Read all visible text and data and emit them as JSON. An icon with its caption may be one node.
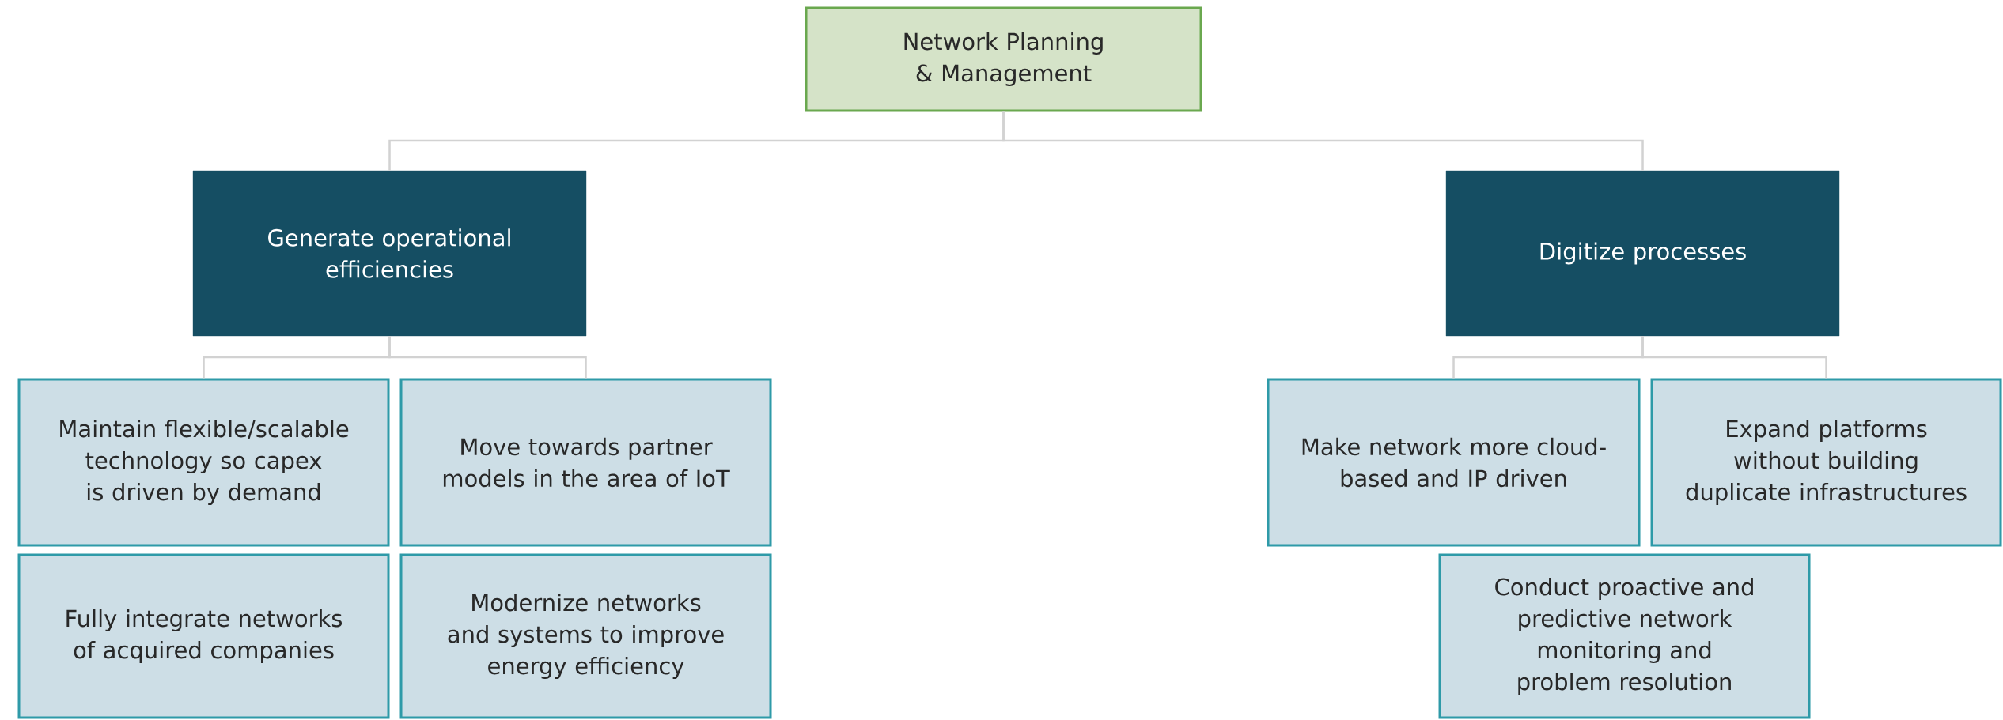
{
  "diagram": {
    "nodes": [
      {
        "text": [
          "Network Planning & Management"
        ]
      },
      {
        "text": [
          "Generate operational efficiencies"
        ]
      },
      {
        "text": [
          "Digitize processes"
        ]
      },
      {
        "text": [
          "Maintain flexible/scalable technology so capex is driven by demand"
        ]
      },
      {
        "text": [
          "Move towards partner models in the area of IoT"
        ]
      },
      {
        "text": [
          "Fully integrate networks of acquired companies"
        ]
      },
      {
        "text": [
          "Modernize networks and systems to improve energy efficiency"
        ]
      },
      {
        "text": [
          "Make network more cloud-based and IP driven"
        ]
      },
      {
        "text": [
          "Expand platforms without building duplicate infrastructures"
        ]
      },
      {
        "text": [
          "Conduct proactive and predictive network monitoring and problem resolution"
        ]
      }
    ],
    "edges": [
      {
        "from": 0,
        "to": 1,
        "arrow": "none"
      },
      {
        "from": 0,
        "to": 2,
        "arrow": "none"
      },
      {
        "from": 1,
        "to": 3,
        "arrow": "none"
      },
      {
        "from": 1,
        "to": 4,
        "arrow": "none"
      },
      {
        "from": 2,
        "to": 7,
        "arrow": "none"
      },
      {
        "from": 2,
        "to": 8,
        "arrow": "none"
      }
    ]
  }
}
